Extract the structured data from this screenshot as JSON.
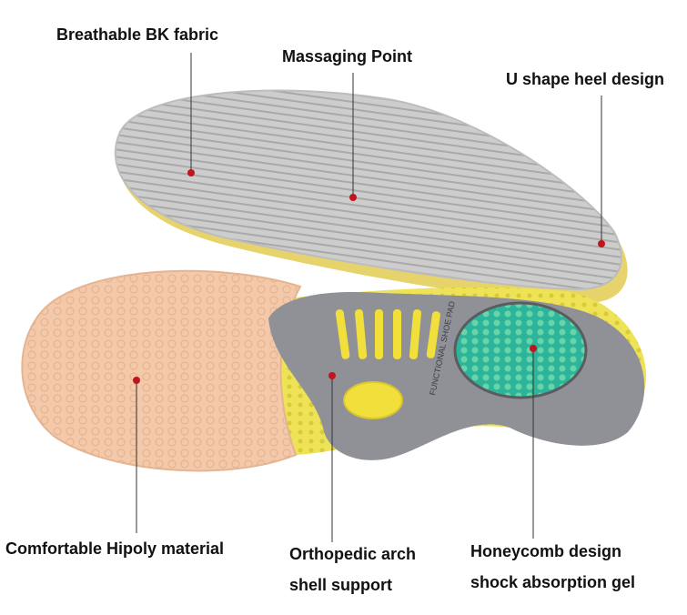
{
  "callouts": {
    "breathable": "Breathable BK fabric",
    "massaging": "Massaging Point",
    "u_shape": "U shape heel design",
    "hipoly": "Comfortable Hipoly material",
    "arch_line1": "Orthopedic arch",
    "arch_line2": "shell support",
    "gel_line1": "Honeycomb design",
    "gel_line2": "shock absorption gel"
  },
  "insole_print": "FUNCTIONAL SHOE PAD",
  "colors": {
    "fabric_grey": "#c9c9c9",
    "hipoly_peach": "#f2c8a8",
    "shell_grey": "#8e9094",
    "arch_yellow": "#f0e040",
    "gel_green": "#2fb59a",
    "marker_red": "#c0141e"
  }
}
